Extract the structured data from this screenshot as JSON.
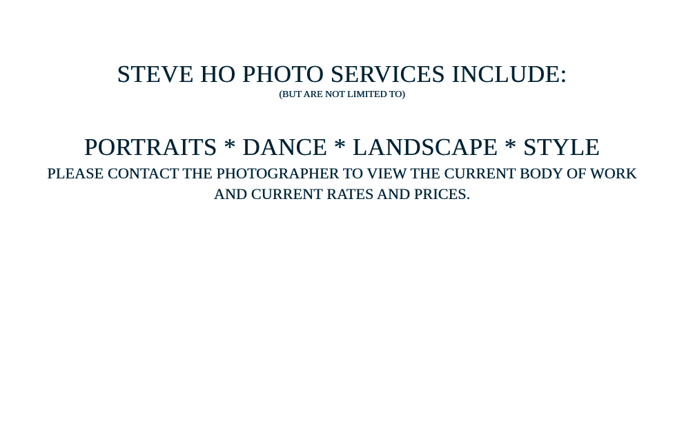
{
  "heading": {
    "title": "Steve Ho Photo Services include:",
    "subtitle": "(but are not limited to)"
  },
  "services": "Portraits * Dance * Landscape * Style",
  "contact": {
    "line1": "Please contact the photographer to view the current body of work",
    "line2": "and current rates and prices."
  },
  "colors": {
    "text": "#06202e",
    "accent": "#0a5a8a",
    "background": "#ffffff"
  }
}
